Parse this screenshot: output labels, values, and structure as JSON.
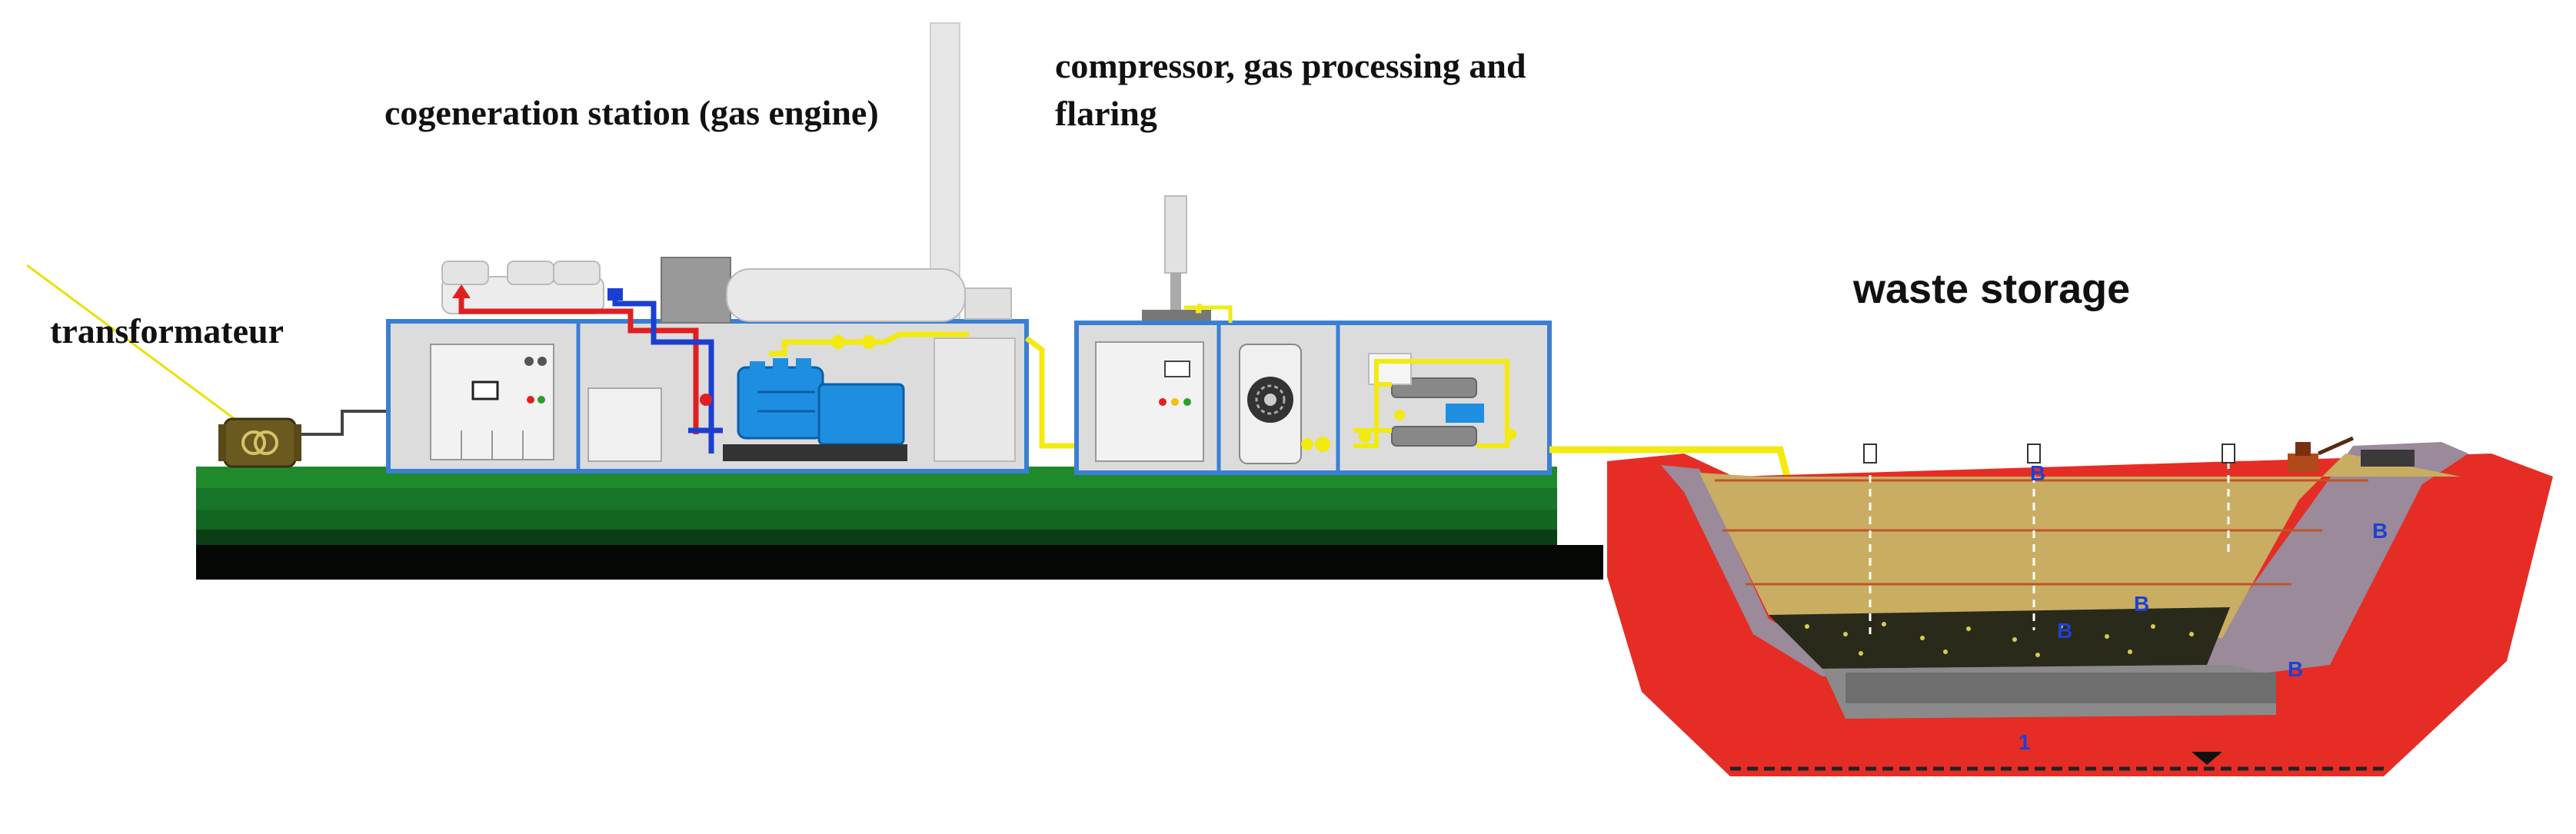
{
  "labels": {
    "cogeneration": "cogeneration station (gas engine)",
    "compressor": "compressor, gas processing and flaring",
    "transformer": "transformateur",
    "waste_storage": "waste storage"
  },
  "waste_storage_markers": [
    "B",
    "B",
    "B",
    "B",
    "B",
    "1"
  ],
  "colors": {
    "ground_green": "#1f8a2c",
    "container_frame": "#3b7fd4",
    "container_fill": "#dcdcdc",
    "gas_pipe": "#f2ea10",
    "hot_water": "#e02020",
    "cold_water": "#1a3fd0",
    "engine": "#1e8fe0",
    "transformer": "#6b5a1f",
    "landfill_soil": "#e52d25",
    "waste_body": "#c9ad62",
    "gravel": "#2a2a1a",
    "liner": "#8a8a8a"
  },
  "icons": [
    "transformer-icon",
    "exhaust-stack-icon",
    "gas-engine-icon",
    "control-panel-icon",
    "compressor-icon",
    "flare-stack-icon",
    "gas-well-icon",
    "excavator-icon"
  ]
}
